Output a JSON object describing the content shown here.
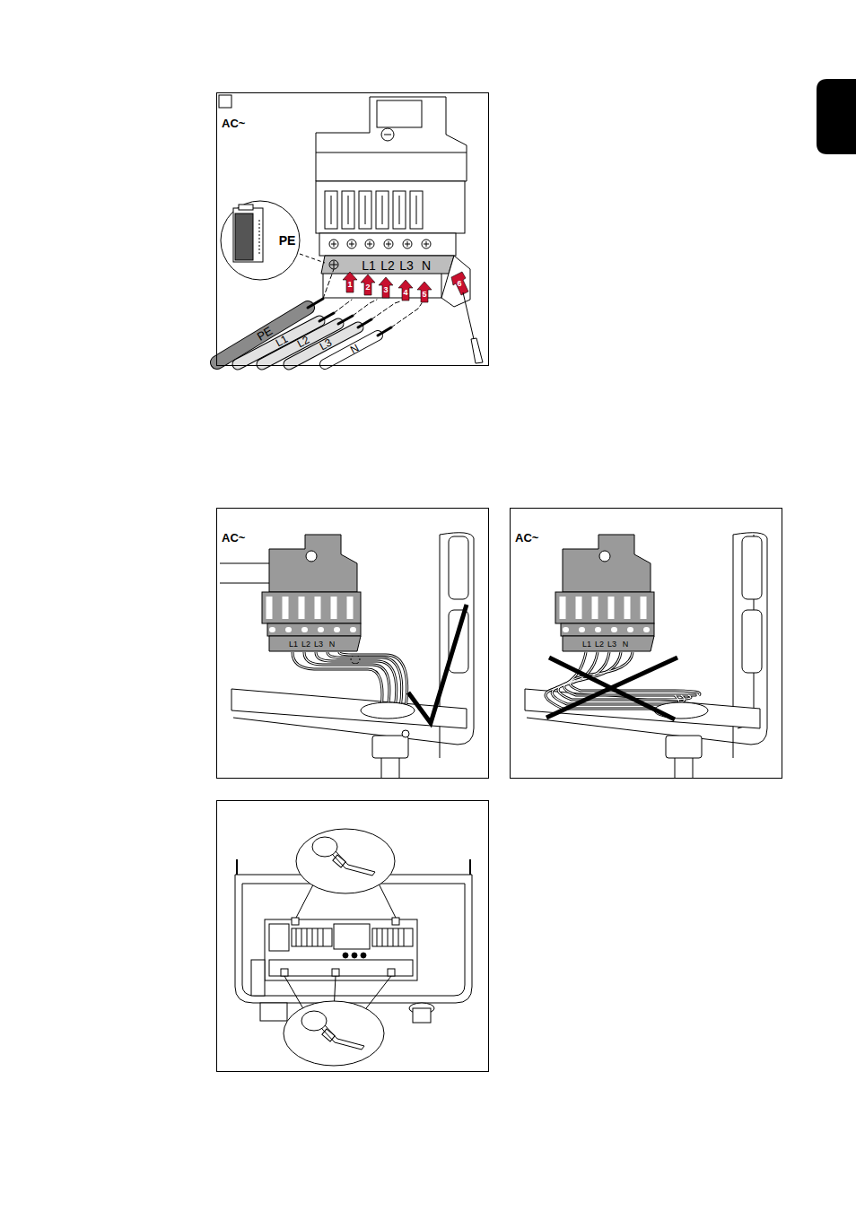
{
  "diagram": {
    "nodes": [
      {
        "text": [
          "AC~"
        ]
      },
      {
        "text": [
          "AC~"
        ]
      },
      {
        "text": [
          "AC~"
        ]
      }
    ],
    "labels": [
      "PE",
      "L1",
      "L2",
      "L3",
      "N",
      "1",
      "2",
      "3",
      "4",
      "5",
      "6",
      "PE",
      "L1",
      "L2",
      "L3",
      "N",
      "L1",
      "L2",
      "L3",
      "N",
      "L1",
      "L2",
      "L3",
      "N"
    ]
  }
}
